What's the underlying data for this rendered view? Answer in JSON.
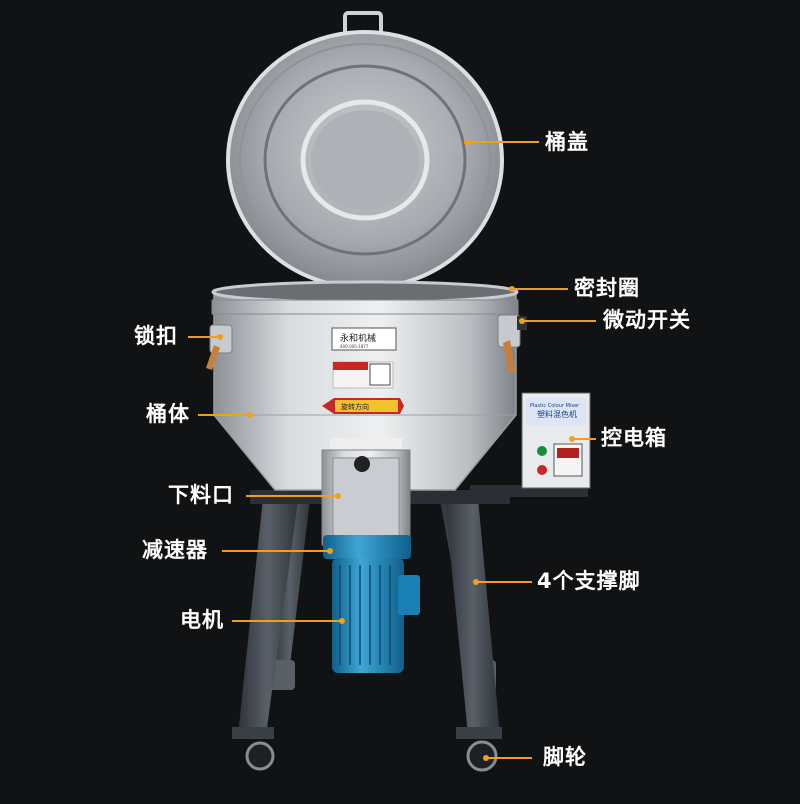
{
  "image": {
    "subject": "mixer",
    "colors": {
      "background": "#111214",
      "steel_light": "#e4e6e8",
      "steel_dark": "#8d9196",
      "leg": "#4a5058",
      "motor": "#1d86ba",
      "leader": "#f0a020"
    }
  },
  "callouts": [
    {
      "id": "lid",
      "text": "桶盖"
    },
    {
      "id": "seal",
      "text": "密封圈"
    },
    {
      "id": "micro-switch",
      "text": "微动开关"
    },
    {
      "id": "lock",
      "text": "锁扣"
    },
    {
      "id": "barrel",
      "text": "桶体"
    },
    {
      "id": "control-box",
      "text": "控电箱"
    },
    {
      "id": "outlet",
      "text": "下料口"
    },
    {
      "id": "reducer",
      "text": "减速器"
    },
    {
      "id": "legs",
      "text": "4个支撑脚"
    },
    {
      "id": "motor",
      "text": "电机"
    },
    {
      "id": "casters",
      "text": "脚轮"
    }
  ],
  "brand_plate": {
    "text": "永和机械",
    "phone": "400-000-1877"
  },
  "control_box_text": {
    "title_en": "Plastic Colour Mixer",
    "title_cn": "塑料混色机"
  },
  "warning_label": "旋转方向"
}
